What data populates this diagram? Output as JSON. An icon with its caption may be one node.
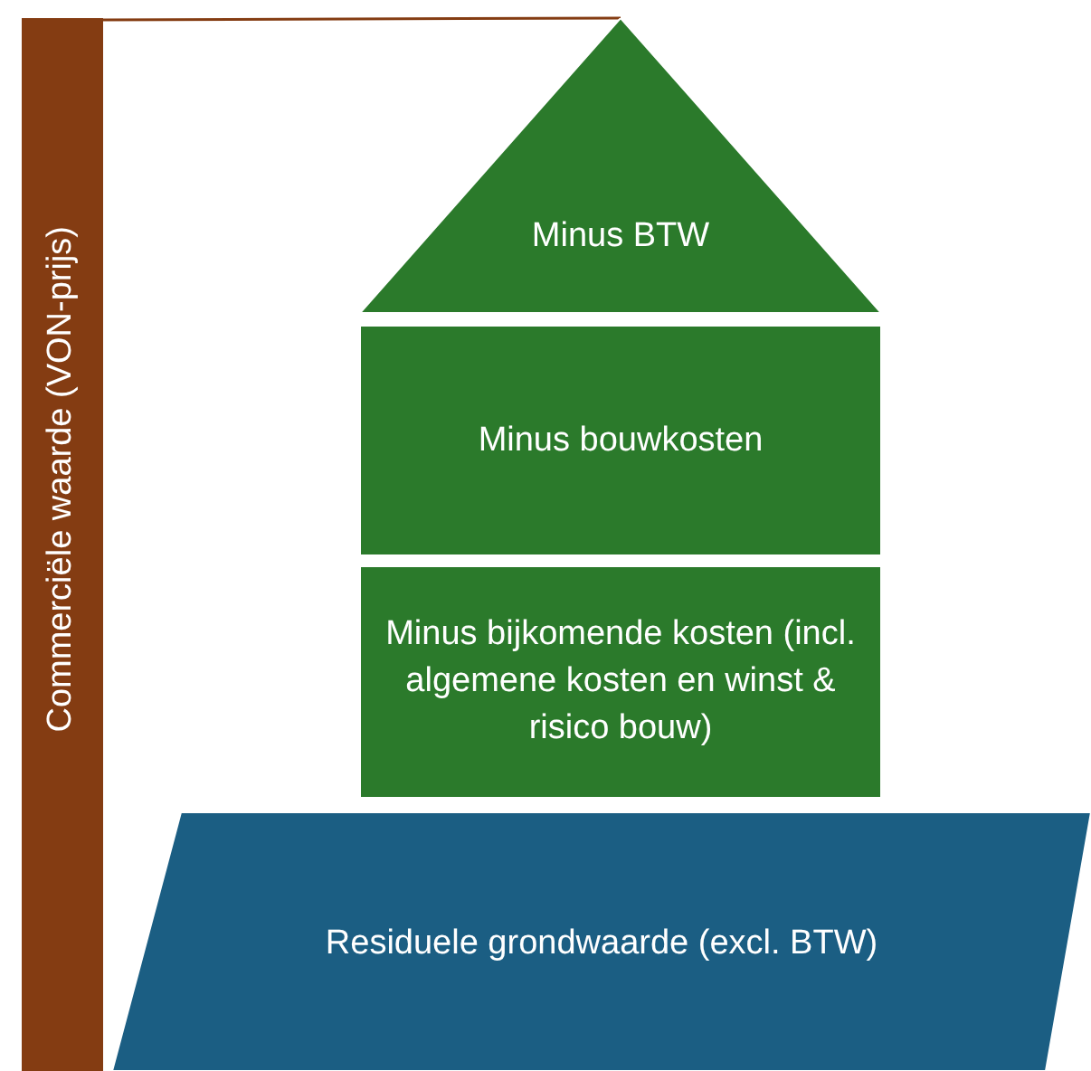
{
  "diagram": {
    "nodes": [
      {
        "text": [
          "Commerciële waarde (VON-prijs)"
        ]
      },
      {
        "text": [
          "Minus BTW"
        ]
      },
      {
        "text": [
          "Minus bouwkosten"
        ]
      },
      {
        "text": [
          "Minus bijkomende kosten (incl. algemene kosten en winst & risico bouw)"
        ]
      },
      {
        "text": [
          "Residuele grondwaarde (excl. BTW)"
        ]
      }
    ],
    "edges": [
      {
        "from": 0,
        "to": 1,
        "arrow": "none"
      }
    ]
  }
}
